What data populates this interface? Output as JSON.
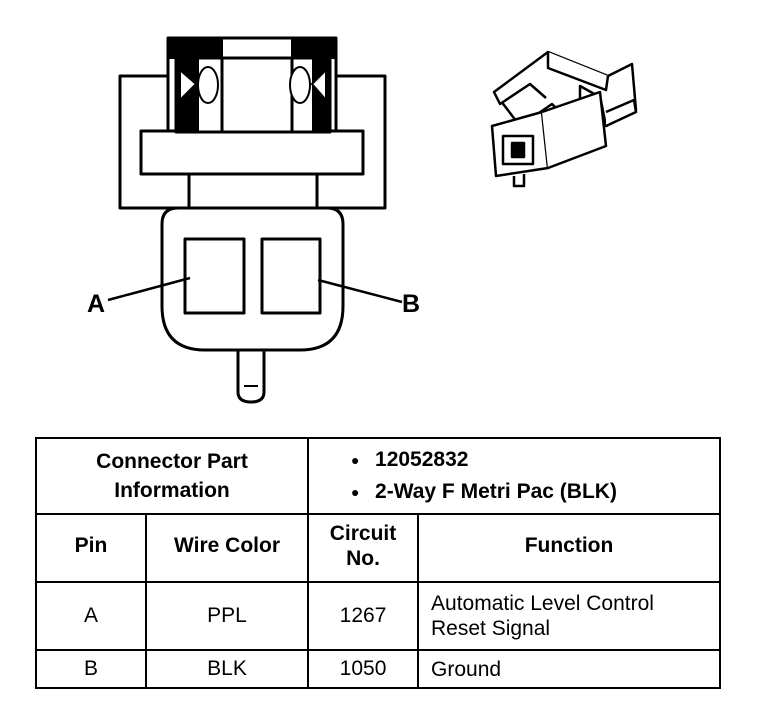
{
  "diagram": {
    "pin_a_label": "A",
    "pin_b_label": "B"
  },
  "table": {
    "part_info_label": "Connector Part Information",
    "part_info_lines": [
      "12052832",
      "2-Way F Metri Pac (BLK)"
    ],
    "headers": {
      "pin": "Pin",
      "wire_color": "Wire Color",
      "circuit_line1": "Circuit",
      "circuit_line2": "No.",
      "function": "Function"
    },
    "rows": [
      {
        "pin": "A",
        "wire_color": "PPL",
        "circuit": "1267",
        "function_line1": "Automatic Level Control",
        "function_line2": "Reset Signal"
      },
      {
        "pin": "B",
        "wire_color": "BLK",
        "circuit": "1050",
        "function_line1": "Ground",
        "function_line2": ""
      }
    ]
  }
}
